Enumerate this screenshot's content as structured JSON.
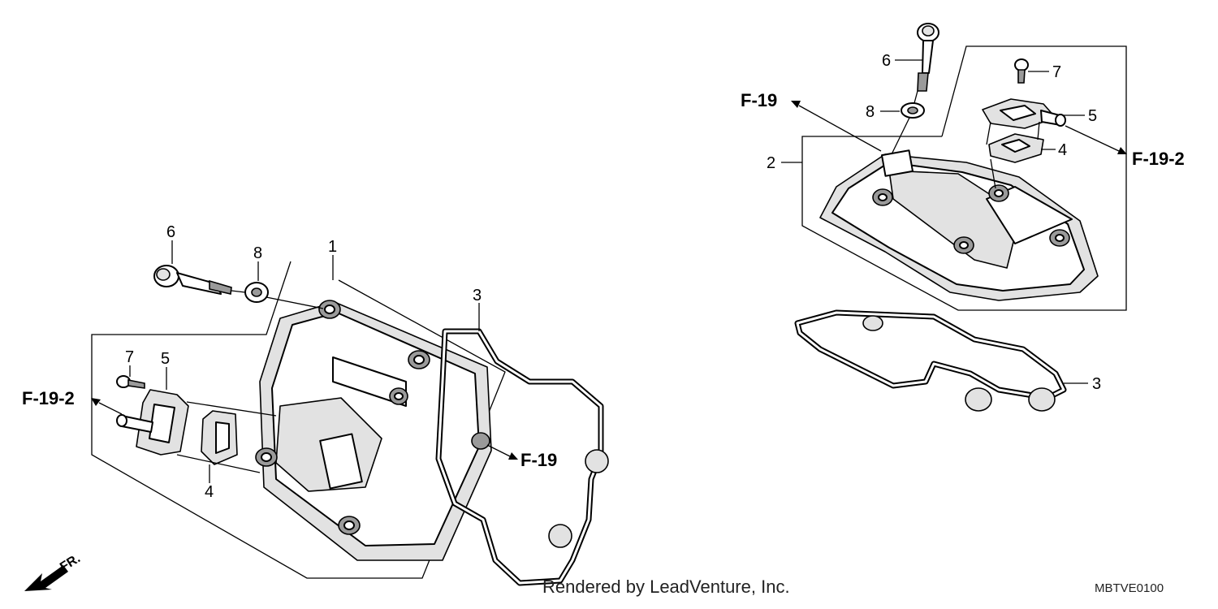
{
  "callouts": {
    "left_6": "6",
    "left_8": "8",
    "left_1": "1",
    "left_3": "3",
    "left_7": "7",
    "left_5": "5",
    "left_4": "4",
    "right_6": "6",
    "right_7": "7",
    "right_8": "8",
    "right_5": "5",
    "right_4": "4",
    "right_2": "2",
    "right_3": "3"
  },
  "refs": {
    "left_f19_2": "F-19-2",
    "left_f19": "F-19",
    "right_f19": "F-19",
    "right_f19_2": "F-19-2"
  },
  "direction": {
    "label": "FR."
  },
  "footer": {
    "credit": "Rendered by LeadVenture, Inc.",
    "code": "MBTVE0100"
  }
}
